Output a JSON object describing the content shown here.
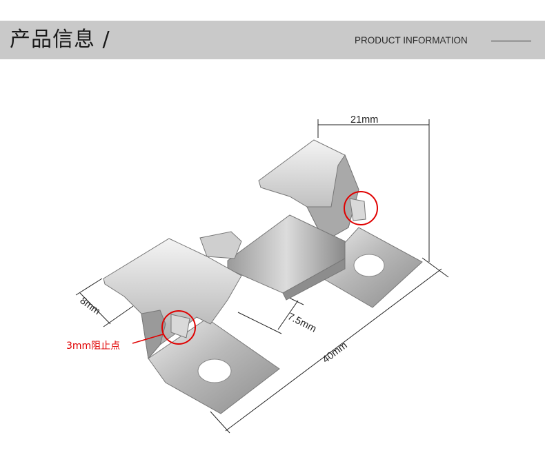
{
  "header": {
    "title_cn": "产品信息 /",
    "title_en": "PRODUCT INFORMATION"
  },
  "dimensions": {
    "width_top": "21mm",
    "length": "40mm",
    "height": "7.5mm",
    "side": "8mm"
  },
  "annotation": {
    "label": "3mm阻止点",
    "color": "#e00000"
  },
  "colors": {
    "header_bg": "#c9c9c9",
    "metal": "#c8c8c8"
  }
}
